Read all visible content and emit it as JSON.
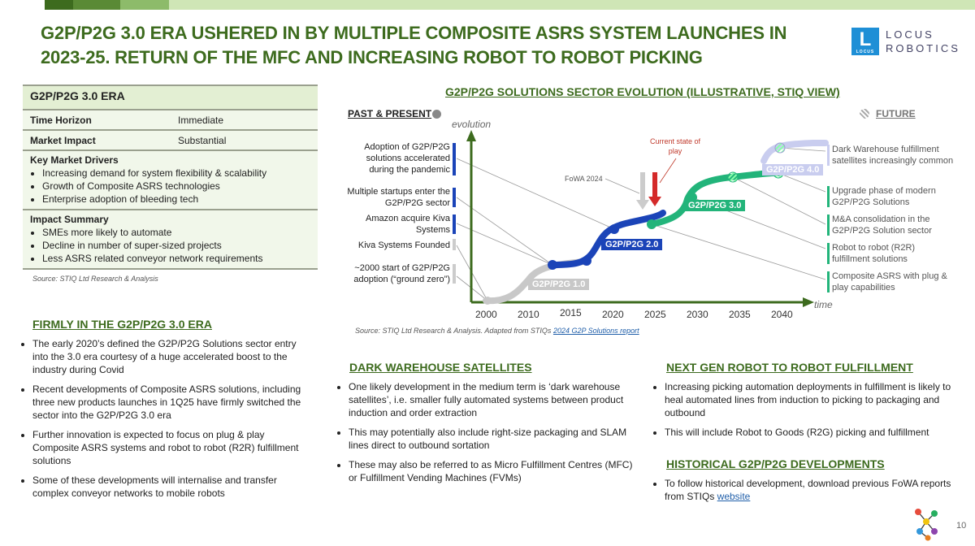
{
  "title": "G2P/P2G 3.0 ERA USHERED IN BY MULTIPLE COMPOSITE ASRS SYSTEM LAUNCHES IN 2023-25. RETURN OF THE MFC AND INCREASING ROBOT TO ROBOT PICKING",
  "logo": {
    "mark": "L",
    "mark_small": "LOCUS",
    "line1": "LOCUS",
    "line2": "ROBOTICS"
  },
  "colors": {
    "accent": "#3d6b1e",
    "blue": "#1b44b8",
    "green": "#22b47a",
    "grey": "#c8c8c8",
    "lavender": "#c9cdef"
  },
  "era_table": {
    "header": "G2P/P2G 3.0 ERA",
    "rows": [
      {
        "key": "Time Horizon",
        "value": "Immediate"
      },
      {
        "key": "Market Impact",
        "value": "Substantial"
      }
    ],
    "drivers": {
      "heading": "Key Market Drivers",
      "items": [
        "Increasing demand for system flexibility & scalability",
        "Growth of Composite ASRS technologies",
        "Enterprise adoption of bleeding tech"
      ]
    },
    "impact": {
      "heading": "Impact Summary",
      "items": [
        "SMEs more likely to automate",
        "Decline in number of super-sized projects",
        "Less ASRS related conveyor network requirements"
      ]
    },
    "source": "Source: STIQ Ltd Research & Analysis"
  },
  "firmly": {
    "heading": "FIRMLY IN THE G2P/P2G 3.0 ERA",
    "items": [
      "The early 2020’s defined the G2P/P2G Solutions sector entry into the 3.0 era courtesy of a huge accelerated boost to the industry during Covid",
      "Recent developments of Composite ASRS solutions, including three new products launches in 1Q25 have firmly switched the sector into the G2P/P2G 3.0 era",
      "Further innovation is expected to focus on plug & play Composite ASRS systems and robot to robot (R2R) fulfillment solutions",
      "Some of these developments will internalise and transfer complex conveyor networks to mobile robots"
    ]
  },
  "chart": {
    "heading": "G2P/P2G SOLUTIONS SECTOR EVOLUTION (ILLUSTRATIVE, STIQ VIEW)",
    "past_label": "PAST & PRESENT",
    "future_label": "FUTURE",
    "y_label": "evolution",
    "x_label": "time",
    "years": [
      "2000",
      "2010",
      "2015",
      "2020",
      "2025",
      "2030",
      "2035",
      "2040"
    ],
    "left_labels": [
      "Adoption of G2P/P2G solutions accelerated during the pandemic",
      "Multiple startups enter the G2P/P2G sector",
      "Amazon acquire Kiva Systems",
      "Kiva Systems Founded",
      "~2000 start of G2P/P2G adoption (“ground zero”)"
    ],
    "right_labels": [
      "Dark Warehouse fulfillment satellites increasingly common",
      "Upgrade phase of modern G2P/P2G Solutions",
      "M&A consolidation in the G2P/P2G Solution sector",
      "Robot to robot (R2R) fulfillment solutions",
      "Composite ASRS with plug & play capabilities"
    ],
    "stages": [
      "G2P/P2G 1.0",
      "G2P/P2G 2.0",
      "G2P/P2G 3.0",
      "G2P/P2G 4.0"
    ],
    "fowa": "FoWA 2024",
    "current_state": "Current state of play",
    "source_prefix": "Source: STIQ Ltd Research & Analysis. Adapted from STIQs ",
    "source_link": "2024 G2P Solutions report"
  },
  "dark": {
    "heading": "DARK WAREHOUSE SATELLITES",
    "items": [
      "One likely development in the medium term is ‘dark warehouse satellites’, i.e. smaller fully automated systems between product induction and order extraction",
      "This may potentially also include right-size packaging and SLAM lines direct to outbound sortation",
      "These may also be referred to as Micro Fulfillment Centres (MFC) or Fulfillment Vending Machines (FVMs)"
    ]
  },
  "nextgen": {
    "heading": "NEXT GEN ROBOT TO ROBOT FULFILLMENT",
    "items": [
      "Increasing picking automation deployments in fulfillment is likely to heal automated lines from induction to picking to packaging and outbound",
      "This will include Robot to Goods (R2G) picking and fulfillment"
    ]
  },
  "historical": {
    "heading": "HISTORICAL G2P/P2G DEVELOPMENTS",
    "text_prefix": "To follow historical development, download previous FoWA reports from STIQs ",
    "link": "website"
  },
  "page_number": "10"
}
